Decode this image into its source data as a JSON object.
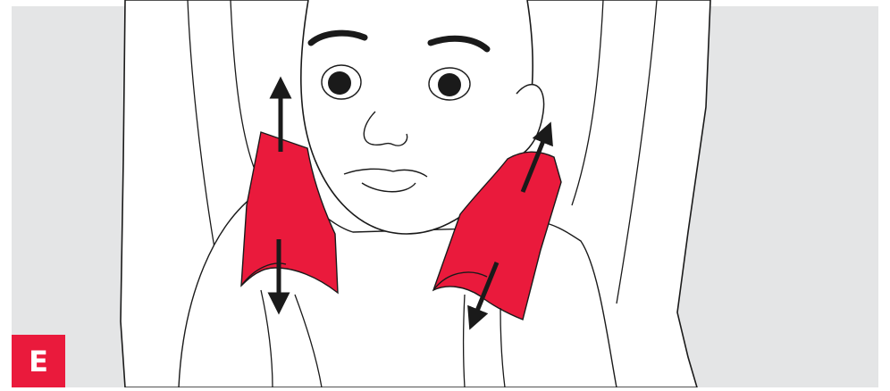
{
  "step_label": "E",
  "colors": {
    "background_panel": "#e4e5e6",
    "line_art": "#1a1a1a",
    "pad_fill": "#ea1a3c",
    "badge": "#ea1a3c",
    "badge_text": "#ffffff",
    "arrow": "#1a1a1a"
  },
  "illustration": {
    "subject": "child-in-car-seat",
    "elements": [
      "car-seat-outline",
      "child-face",
      "left-shoulder-pad",
      "right-shoulder-pad",
      "harness-straps",
      "adjustment-arrows"
    ]
  }
}
